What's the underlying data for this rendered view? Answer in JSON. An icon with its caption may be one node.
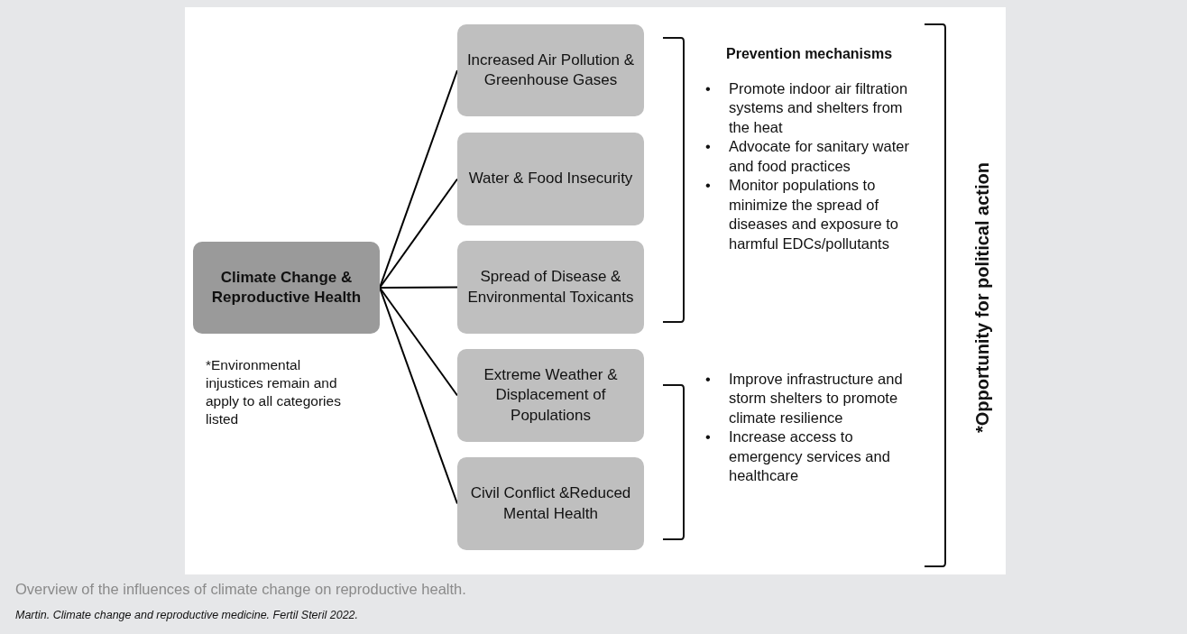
{
  "diagram": {
    "caption": "Overview of the influences of climate change on reproductive health.",
    "nodes": [
      {
        "text": [
          "Climate Change & Reproductive Health"
        ]
      },
      {
        "text": [
          "Increased Air Pollution & Greenhouse Gases"
        ]
      },
      {
        "text": [
          "Water & Food Insecurity"
        ]
      },
      {
        "text": [
          "Spread of Disease & Environmental Toxicants"
        ]
      },
      {
        "text": [
          "Extreme Weather & Displacement of Populations"
        ]
      },
      {
        "text": [
          "Civil Conflict &Reduced Mental Health"
        ]
      }
    ],
    "edges": [
      {
        "from": 0,
        "to": 1,
        "arrow": "none"
      },
      {
        "from": 0,
        "to": 2,
        "arrow": "none"
      },
      {
        "from": 0,
        "to": 3,
        "arrow": "none"
      },
      {
        "from": 0,
        "to": 4,
        "arrow": "none"
      },
      {
        "from": 0,
        "to": 5,
        "arrow": "none"
      }
    ],
    "labels": [
      "*Environmental injustices remain and apply to all categories listed",
      "Prevention mechanisms",
      "•",
      "Promote indoor air filtration systems and shelters from the heat",
      "•",
      "Advocate for sanitary water and food practices",
      "•",
      "Monitor populations to minimize the spread of diseases and exposure to harmful EDCs/pollutants",
      "•",
      "Improve infrastructure and storm shelters to promote climate resilience",
      "•",
      "Increase access to emergency services and healthcare",
      "*Opportunity for political action",
      "Martin. Climate change and reproductive medicine. Fertil Steril 2022."
    ]
  }
}
